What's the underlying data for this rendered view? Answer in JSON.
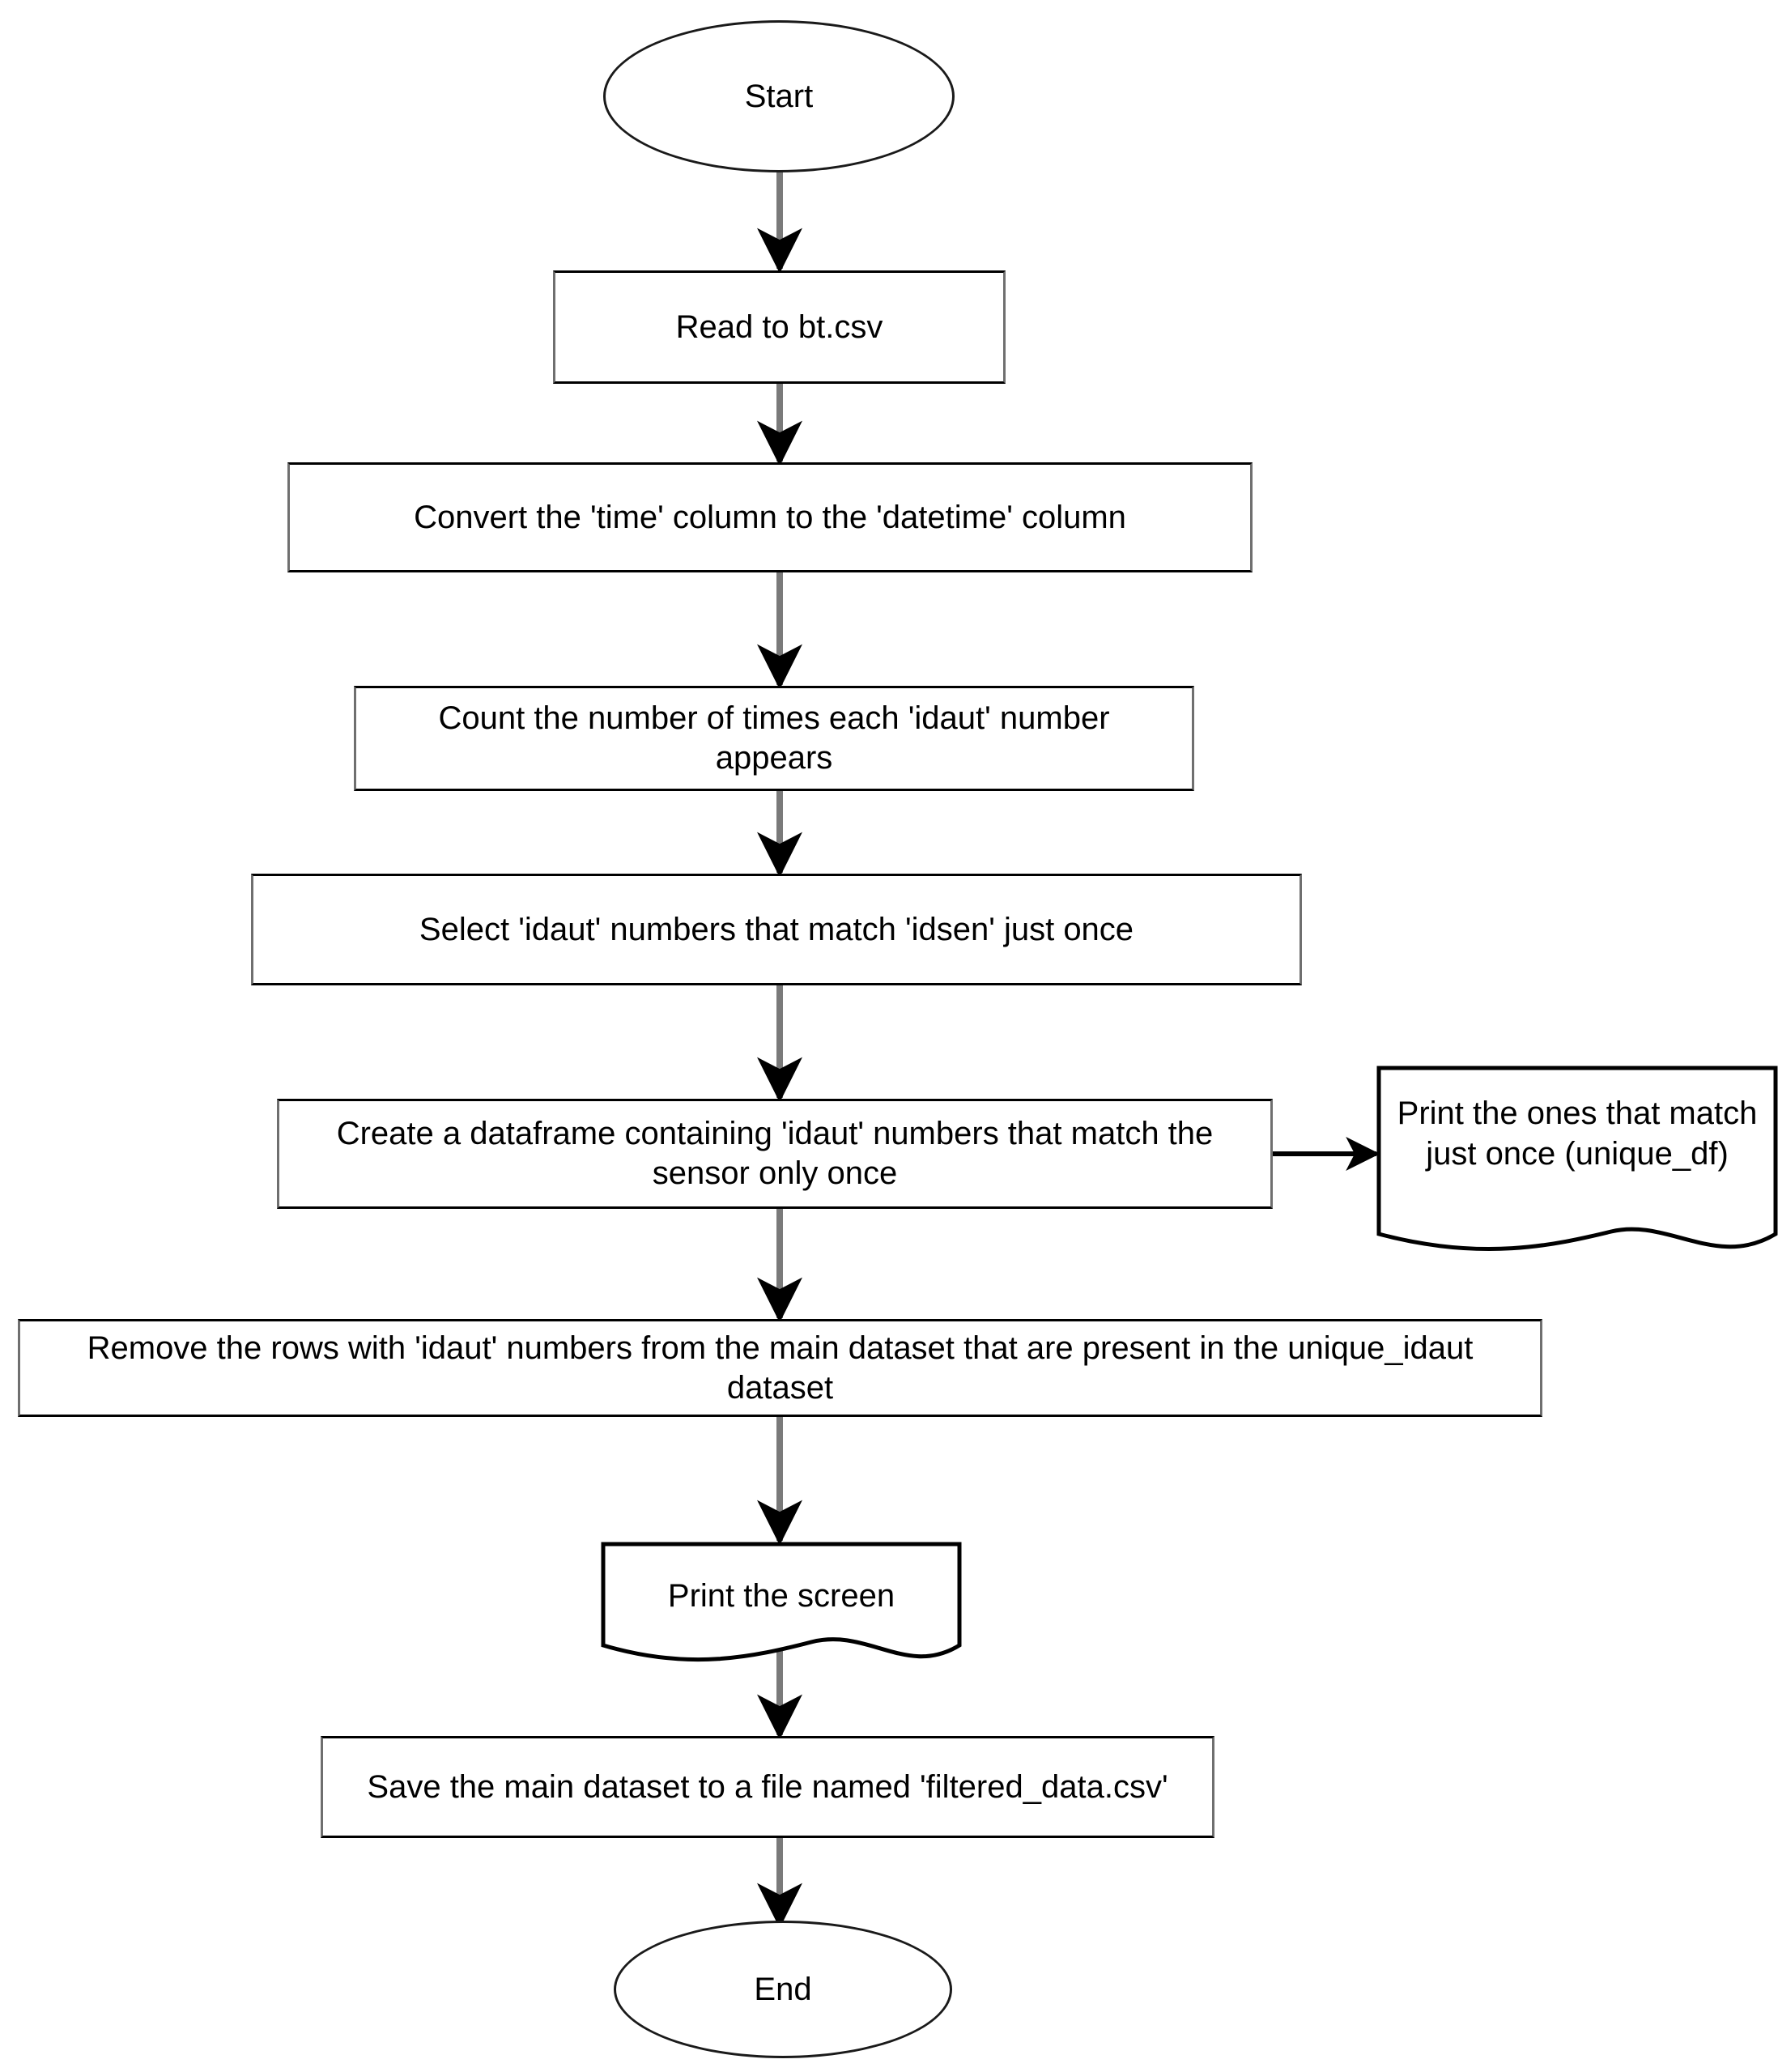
{
  "diagram": {
    "title": "Data filtering flowchart",
    "type": "flowchart",
    "background_color": "#ffffff",
    "stroke_color": "#000000",
    "connector_color": "#7a7a7a",
    "arrowhead_color": "#000000",
    "text_color": "#000000"
  },
  "nodes": [
    {
      "id": "start",
      "shape": "terminator",
      "label": "Start"
    },
    {
      "id": "read",
      "shape": "process",
      "label": "Read to bt.csv"
    },
    {
      "id": "convert",
      "shape": "process",
      "label": "Convert the 'time' column to the 'datetime' column"
    },
    {
      "id": "count",
      "shape": "process",
      "label": "Count the number of times each 'idaut' number appears"
    },
    {
      "id": "select",
      "shape": "process",
      "label": "Select 'idaut' numbers that match 'idsen' just once"
    },
    {
      "id": "create",
      "shape": "process",
      "label": "Create a dataframe containing 'idaut' numbers that match the sensor only once"
    },
    {
      "id": "print_unique",
      "shape": "document",
      "label": "Print the ones that match just once (unique_df)"
    },
    {
      "id": "remove",
      "shape": "process",
      "label": "Remove the rows with 'idaut' numbers from the main dataset that are present in the unique_idaut dataset"
    },
    {
      "id": "print_screen",
      "shape": "document",
      "label": "Print the screen"
    },
    {
      "id": "save",
      "shape": "process",
      "label": "Save the main dataset to a file named 'filtered_data.csv'"
    },
    {
      "id": "end",
      "shape": "terminator",
      "label": "End"
    }
  ],
  "edges": [
    {
      "from": "start",
      "to": "read",
      "direction": "down"
    },
    {
      "from": "read",
      "to": "convert",
      "direction": "down"
    },
    {
      "from": "convert",
      "to": "count",
      "direction": "down"
    },
    {
      "from": "count",
      "to": "select",
      "direction": "down"
    },
    {
      "from": "select",
      "to": "create",
      "direction": "down"
    },
    {
      "from": "create",
      "to": "print_unique",
      "direction": "right"
    },
    {
      "from": "create",
      "to": "remove",
      "direction": "down"
    },
    {
      "from": "remove",
      "to": "print_screen",
      "direction": "down"
    },
    {
      "from": "print_screen",
      "to": "save",
      "direction": "down"
    },
    {
      "from": "save",
      "to": "end",
      "direction": "down"
    }
  ]
}
